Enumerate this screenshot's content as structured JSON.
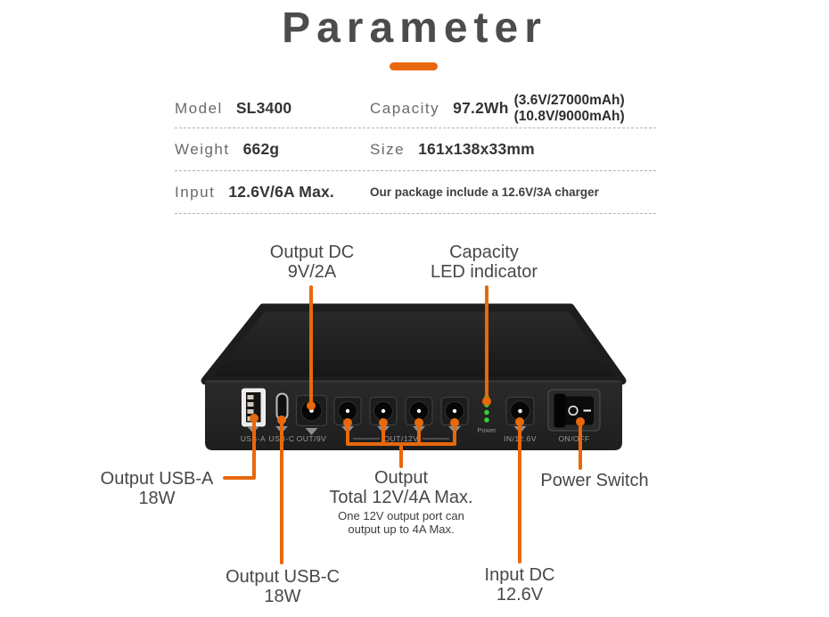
{
  "title": "Parameter",
  "colors": {
    "accent_orange": "#E8680C",
    "title_gray": "#4c4c4c",
    "label_gray": "#6a6a6a",
    "value_dark": "#343434",
    "led_green": "#2ed32e",
    "device_body": "#1f1f1f"
  },
  "spec_table": {
    "rows": [
      {
        "cells": [
          {
            "label": "Model",
            "value": "SL3400"
          },
          {
            "label": "Capacity",
            "value": "97.2Wh",
            "extra1": "(3.6V/27000mAh)",
            "extra2": "(10.8V/9000mAh)"
          }
        ]
      },
      {
        "cells": [
          {
            "label": "Weight",
            "value": "662g"
          },
          {
            "label": "Size",
            "value": "161x138x33mm"
          }
        ]
      },
      {
        "cells": [
          {
            "label": "Input",
            "value": "12.6V/6A Max."
          },
          {
            "note": "Our package include a 12.6V/3A charger"
          }
        ]
      }
    ]
  },
  "device": {
    "ports": {
      "usb_a": "USB-A",
      "usb_c": "USB-C",
      "out9v": "OUT/9V",
      "out12v": "OUT/12V",
      "power": "Power",
      "in12v": "IN/12.6V",
      "onoff": "ON/OFF"
    },
    "switch_symbols": {
      "off": "O",
      "on": "—"
    },
    "led_count": 4
  },
  "annotations": {
    "output_dc": {
      "line1": "Output DC",
      "line2": "9V/2A"
    },
    "capacity_led": {
      "line1": "Capacity",
      "line2": "LED indicator"
    },
    "usb_a": {
      "line1": "Output USB-A",
      "line2": "18W"
    },
    "usb_c": {
      "line1": "Output USB-C",
      "line2": "18W"
    },
    "out12v": {
      "line1": "Output",
      "line2": "Total 12V/4A Max.",
      "note1": "One 12V output port can",
      "note2": "output up to 4A Max."
    },
    "power_switch": {
      "line1": "Power Switch"
    },
    "input_dc": {
      "line1": "Input DC",
      "line2": "12.6V"
    }
  }
}
